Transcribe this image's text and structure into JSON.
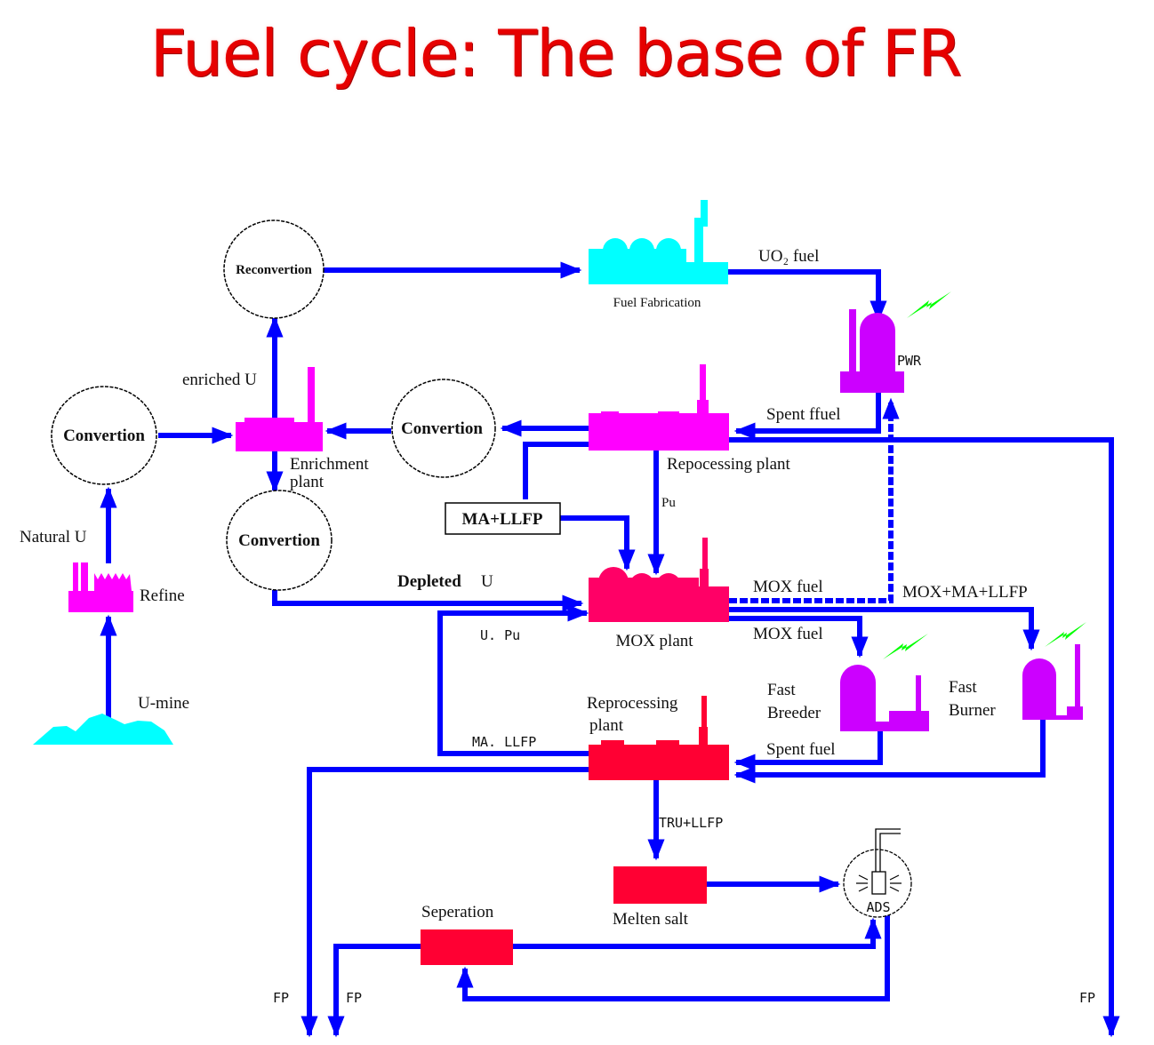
{
  "title": "Fuel cycle: The base of FR",
  "colors": {
    "title": "#e60000",
    "flow": "#0000ff",
    "cyan_facility": "#00ffff",
    "magenta_facility": "#ff00ff",
    "crimson_facility": "#ff0066",
    "red_facility": "#ff0033",
    "reactor": "#cc00ff",
    "lightning": "#00ff00"
  },
  "nodes": {
    "reconvertion": "Reconvertion",
    "fuel_fabrication": "Fuel Fabrication",
    "pwr": "PWR",
    "convertion_left": "Convertion",
    "convertion_mid": "Convertion",
    "convertion_low": "Convertion",
    "enrichment_plant": [
      "Enrichment",
      "plant"
    ],
    "repocessing_plant": "Repocessing plant",
    "ma_llfp_box": "MA+LLFP",
    "refine": "Refine",
    "u_mine": "U-mine",
    "mox_plant": "MOX plant",
    "fast_breeder": [
      "Fast",
      "Breeder"
    ],
    "fast_burner": [
      "Fast",
      "Burner"
    ],
    "reprocessing_plant_2": [
      "Reprocessing",
      "plant"
    ],
    "melten_salt": "Melten salt",
    "ads": "ADS",
    "seperation": "Seperation"
  },
  "flows": {
    "uo2_fuel": "UO₂ fuel",
    "enriched_u": "enriched U",
    "spent_ffuel": "Spent ffuel",
    "natural_u": "Natural U",
    "pu": "Pu",
    "depleted_u_bold": "Depleted",
    "depleted_u_tail": "U",
    "mox_fuel_top": "MOX fuel",
    "mox_ma_llfp": "MOX+MA+LLFP",
    "mox_fuel_bottom": "MOX fuel",
    "u_pu": "U. Pu",
    "ma_llfp": "MA. LLFP",
    "spent_fuel": "Spent  fuel",
    "tru_llfp": "TRU+LLFP",
    "fp_1": "FP",
    "fp_2": "FP",
    "fp_3": "FP"
  }
}
